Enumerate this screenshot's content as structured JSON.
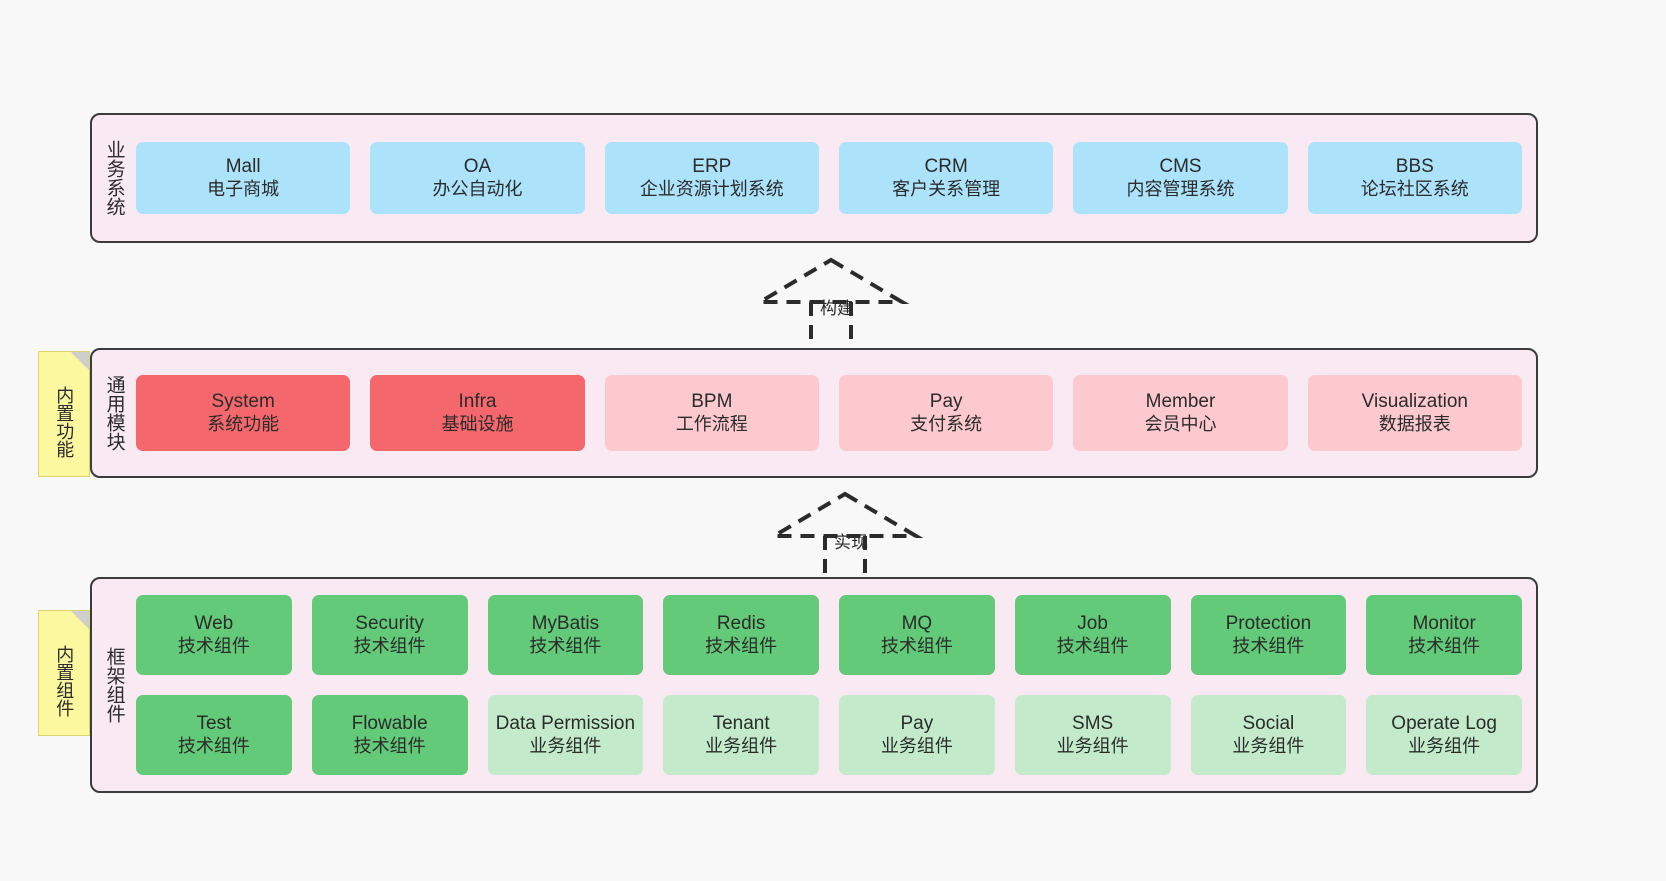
{
  "diagram": {
    "title_hidden": "",
    "colors": {
      "background": "#f8f8f8",
      "layer_band": "#f9e9f3",
      "layer_border": "#3b3b3b",
      "business_box": "#ace3fb",
      "module_core_box": "#f4676d",
      "module_box": "#fcc9ce",
      "tech_component_box": "#62ca79",
      "business_component_box": "#c3ebcb",
      "sticky_note": "#fcf8a0",
      "sticky_fold": "#cfcfcf",
      "text": "#2b2b2b"
    }
  },
  "layers": {
    "business": {
      "label": "业务系统",
      "items": [
        {
          "name": "Mall",
          "desc": "电子商城"
        },
        {
          "name": "OA",
          "desc": "办公自动化"
        },
        {
          "name": "ERP",
          "desc": "企业资源计划系统"
        },
        {
          "name": "CRM",
          "desc": "客户关系管理"
        },
        {
          "name": "CMS",
          "desc": "内容管理系统"
        },
        {
          "name": "BBS",
          "desc": "论坛社区系统"
        }
      ]
    },
    "module": {
      "label": "通用模块",
      "sticky": "内置功能",
      "items": [
        {
          "name": "System",
          "desc": "系统功能",
          "style": "c-red"
        },
        {
          "name": "Infra",
          "desc": "基础设施",
          "style": "c-red"
        },
        {
          "name": "BPM",
          "desc": "工作流程",
          "style": "c-pink"
        },
        {
          "name": "Pay",
          "desc": "支付系统",
          "style": "c-pink"
        },
        {
          "name": "Member",
          "desc": "会员中心",
          "style": "c-pink"
        },
        {
          "name": "Visualization",
          "desc": "数据报表",
          "style": "c-pink"
        }
      ]
    },
    "framework": {
      "label": "框架组件",
      "sticky": "内置组件",
      "row1": [
        {
          "name": "Web",
          "desc": "技术组件",
          "style": "c-green"
        },
        {
          "name": "Security",
          "desc": "技术组件",
          "style": "c-green"
        },
        {
          "name": "MyBatis",
          "desc": "技术组件",
          "style": "c-green"
        },
        {
          "name": "Redis",
          "desc": "技术组件",
          "style": "c-green"
        },
        {
          "name": "MQ",
          "desc": "技术组件",
          "style": "c-green"
        },
        {
          "name": "Job",
          "desc": "技术组件",
          "style": "c-green"
        },
        {
          "name": "Protection",
          "desc": "技术组件",
          "style": "c-green"
        },
        {
          "name": "Monitor",
          "desc": "技术组件",
          "style": "c-green"
        }
      ],
      "row2": [
        {
          "name": "Test",
          "desc": "技术组件",
          "style": "c-green"
        },
        {
          "name": "Flowable",
          "desc": "技术组件",
          "style": "c-green"
        },
        {
          "name": "Data Permission",
          "desc": "业务组件",
          "style": "c-green-light"
        },
        {
          "name": "Tenant",
          "desc": "业务组件",
          "style": "c-green-light"
        },
        {
          "name": "Pay",
          "desc": "业务组件",
          "style": "c-green-light"
        },
        {
          "name": "SMS",
          "desc": "业务组件",
          "style": "c-green-light"
        },
        {
          "name": "Social",
          "desc": "业务组件",
          "style": "c-green-light"
        },
        {
          "name": "Operate Log",
          "desc": "业务组件",
          "style": "c-green-light"
        }
      ]
    }
  },
  "connectors": [
    {
      "id": "build",
      "label": "构建"
    },
    {
      "id": "impl",
      "label": "实现"
    }
  ]
}
